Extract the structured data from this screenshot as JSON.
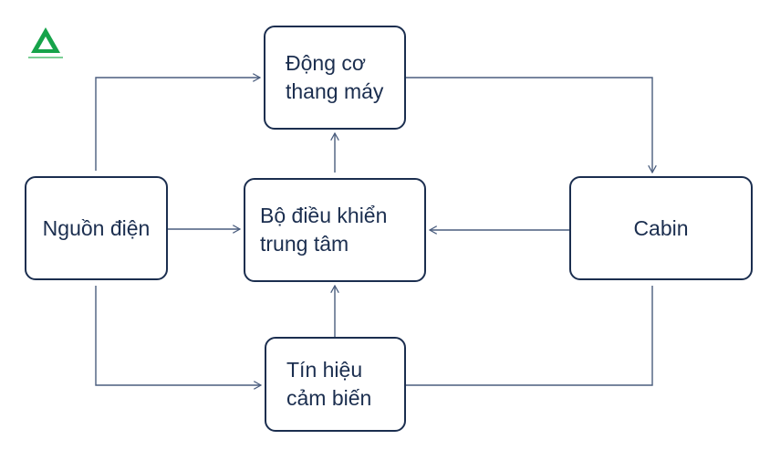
{
  "diagram": {
    "nodes": {
      "motor": [
        "Động cơ",
        "thang máy"
      ],
      "controller": [
        "Bộ điều khiển",
        "trung tâm"
      ],
      "power": [
        "Nguồn điện"
      ],
      "cabin": [
        "Cabin"
      ],
      "sensor": [
        "Tín hiệu",
        "cảm biến"
      ]
    },
    "edges": [
      {
        "from": "power",
        "to": "motor"
      },
      {
        "from": "power",
        "to": "controller"
      },
      {
        "from": "power",
        "to": "sensor"
      },
      {
        "from": "controller",
        "to": "motor"
      },
      {
        "from": "motor",
        "to": "cabin"
      },
      {
        "from": "cabin",
        "to": "controller"
      },
      {
        "from": "cabin",
        "to": "sensor"
      },
      {
        "from": "sensor",
        "to": "controller"
      }
    ],
    "colors": {
      "box_border": "#1b2e4f",
      "text": "#1b2e4f",
      "connector": "#4a5d7e",
      "logo": "#16a34a"
    }
  }
}
